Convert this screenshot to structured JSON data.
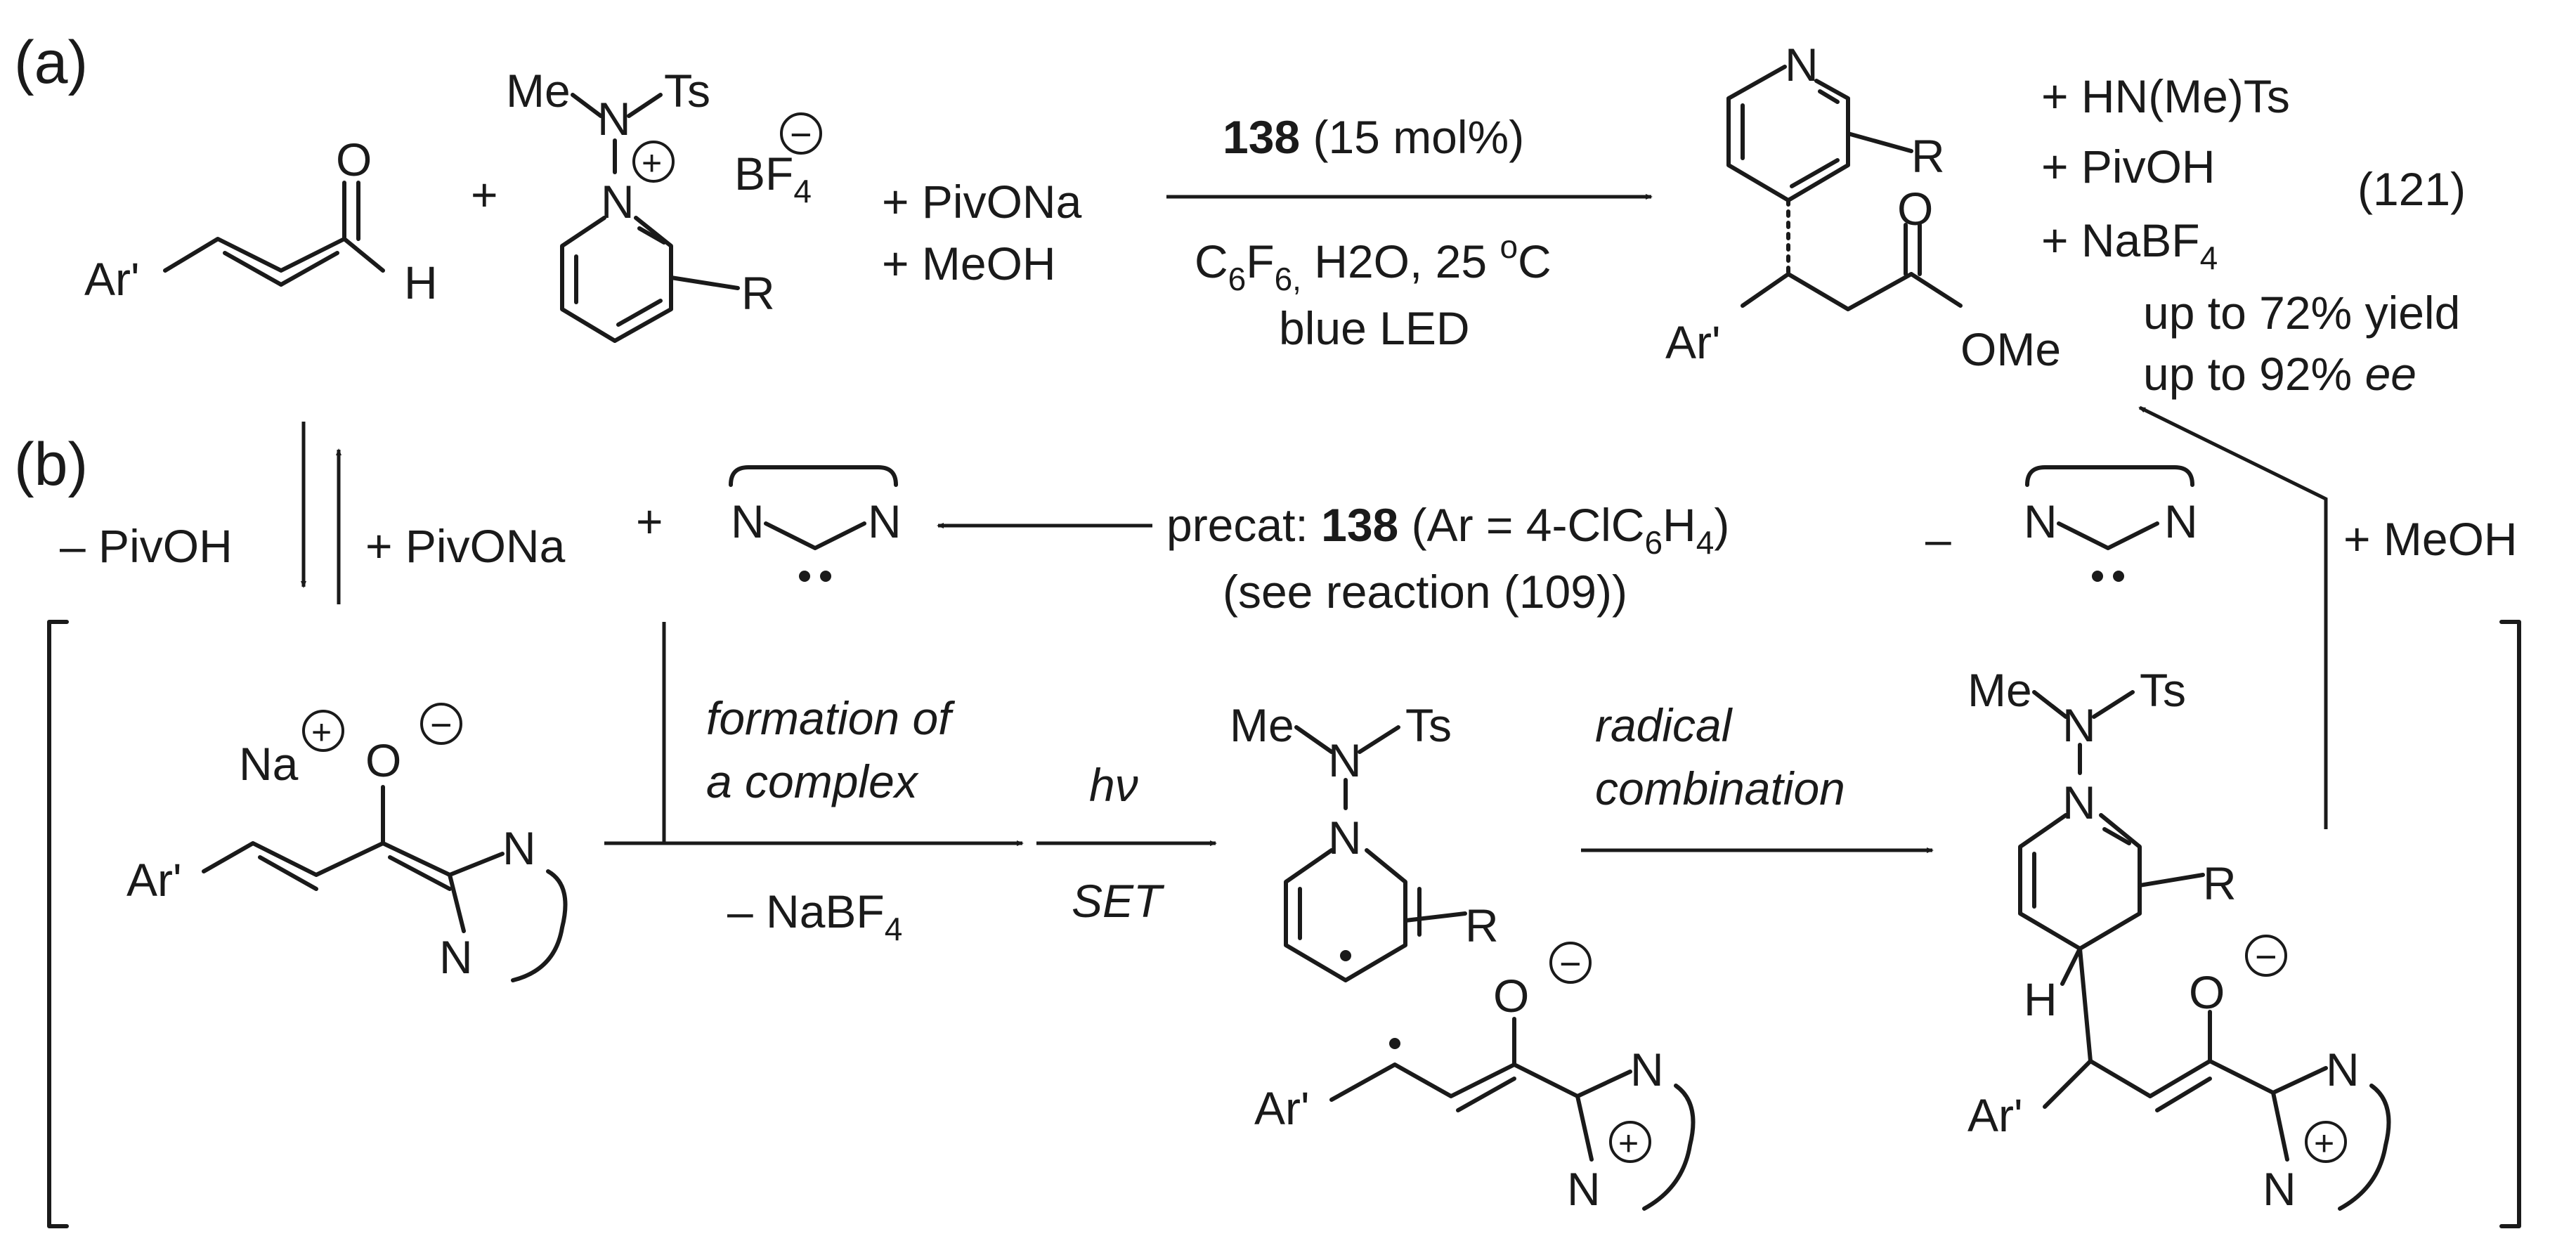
{
  "part_a": {
    "label": "(a)",
    "plus1": "+",
    "plus2": "+ PivONa",
    "plus3": "+ MeOH",
    "catalyst_number": "138",
    "catalyst_loading": " (15 mol%)",
    "conditions_c": "C",
    "conditions_6a": "6",
    "conditions_f": "F",
    "conditions_6b": "6,",
    "conditions_rest": " H2O, 25 ",
    "conditions_deg": "o",
    "conditions_C": "C",
    "light": "blue LED",
    "byproduct1": "+ HN(Me)Ts",
    "byproduct2": "+ PivOH",
    "byproduct3_main": "+ NaBF",
    "byproduct3_sub": "4",
    "equation_number": "(121)",
    "yield": "up to 72% yield",
    "ee_prefix": "up to 92% ",
    "ee_italic": "ee"
  },
  "part_b": {
    "label": "(b)",
    "minus_pivoh": "– PivOH",
    "plus_pivona": "+ PivONa",
    "plus": "+",
    "precat_prefix": "precat: ",
    "precat_number": "138",
    "precat_suffix_main": " (Ar = 4-ClC",
    "precat_sub1": "6",
    "precat_h": "H",
    "precat_sub2": "4",
    "precat_close": ")",
    "see_reaction": "(see reaction (109))",
    "minus": "–",
    "plus_meoh": "+ MeOH",
    "formation_line1": "formation of",
    "formation_line2": "a complex",
    "minus_nabf4_main": "– NaBF",
    "minus_nabf4_sub": "4",
    "hv": "hν",
    "set": "SET",
    "radical_line1": "radical",
    "radical_line2": "combination"
  },
  "atoms": {
    "me": "Me",
    "ts": "Ts",
    "n": "N",
    "o": "O",
    "h": "H",
    "r": "R",
    "ar": "Ar'",
    "na": "Na",
    "ome": "OMe",
    "bf": "BF",
    "bf_sub": "4",
    "plus_sign": "+",
    "minus_sign": "−"
  }
}
